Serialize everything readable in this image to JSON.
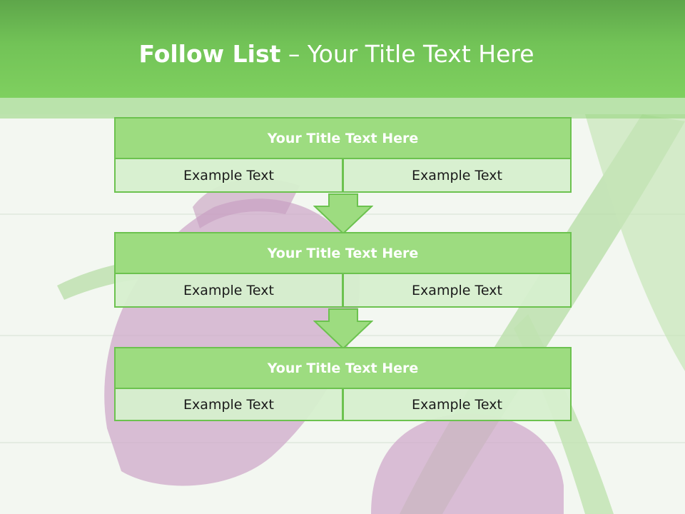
{
  "slide": {
    "title_bold": "Follow List",
    "title_rest": " – Your Title Text Here"
  },
  "steps": [
    {
      "title": "Your Title Text Here",
      "left": "Example Text",
      "right": "Example Text"
    },
    {
      "title": "Your Title Text Here",
      "left": "Example Text",
      "right": "Example Text"
    },
    {
      "title": "Your Title Text Here",
      "left": "Example Text",
      "right": "Example Text"
    }
  ],
  "colors": {
    "header": "#72c357",
    "block_title": "#9ddc80",
    "block_border": "#6cc24f",
    "cell": "#d6efcd",
    "arrow": "#9ddc80"
  }
}
